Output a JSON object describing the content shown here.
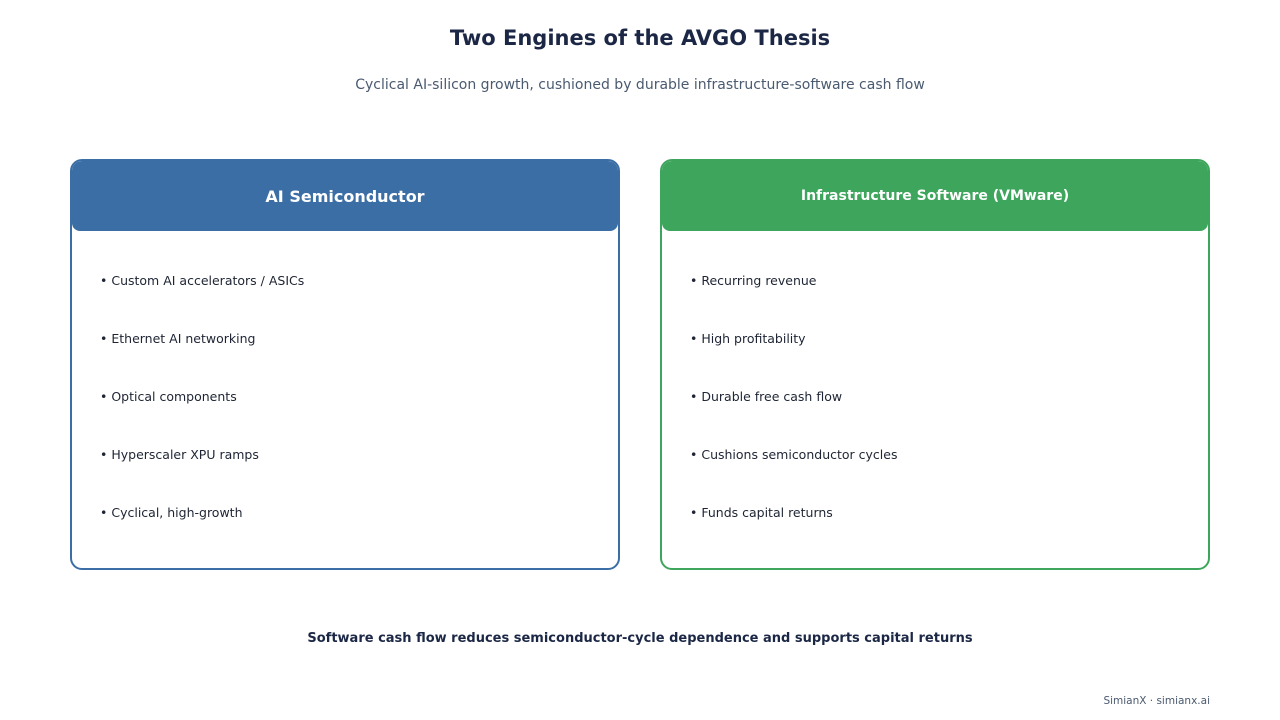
{
  "title": "Two Engines of the AVGO Thesis",
  "subtitle": "Cyclical AI-silicon growth, cushioned by durable infrastructure-software cash flow",
  "cards": [
    {
      "heading": "AI Semiconductor",
      "color": "#3b6ea5",
      "items": [
        "• Custom AI accelerators / ASICs",
        "• Ethernet AI networking",
        "• Optical components",
        "• Hyperscaler XPU ramps",
        "• Cyclical, high-growth"
      ]
    },
    {
      "heading": "Infrastructure Software (VMware)",
      "color": "#3ea55c",
      "items": [
        "• Recurring revenue",
        "• High profitability",
        "• Durable free cash flow",
        "• Cushions semiconductor cycles",
        "• Funds capital returns"
      ]
    }
  ],
  "footer_note": "Software cash flow reduces semiconductor-cycle dependence and supports capital returns",
  "credit": "SimianX · simianx.ai"
}
